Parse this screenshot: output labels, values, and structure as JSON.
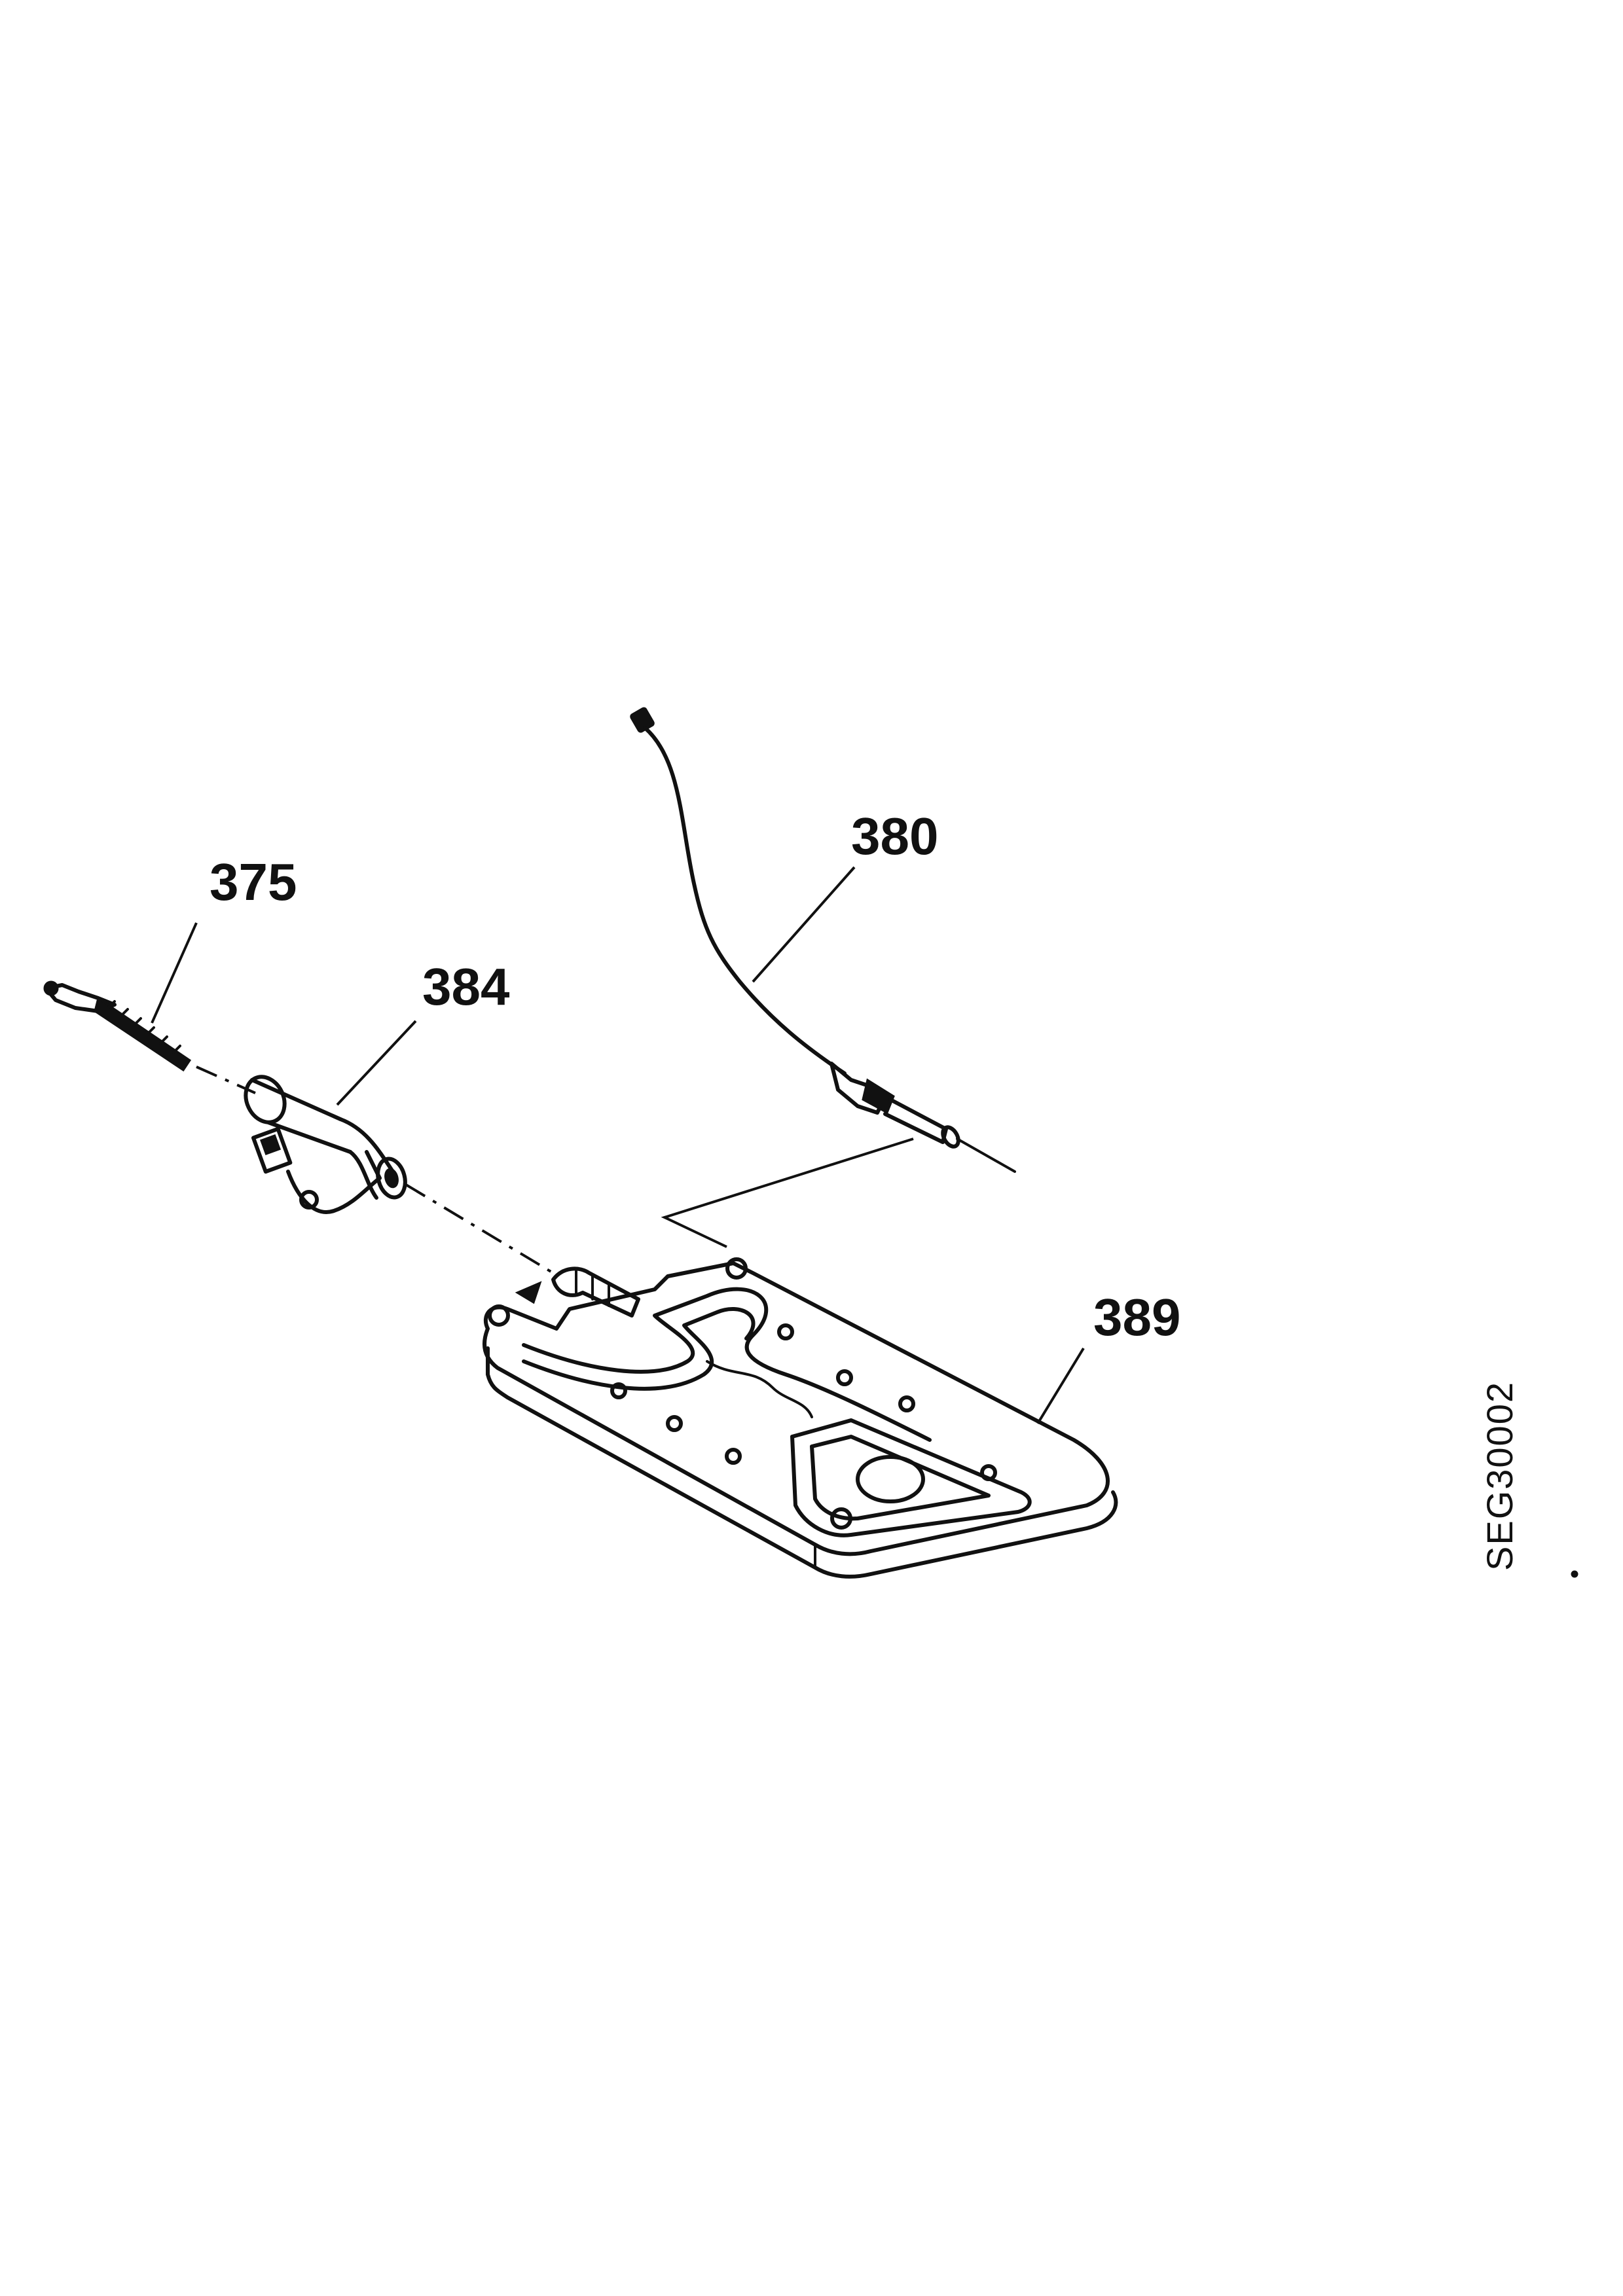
{
  "diagram": {
    "parts": [
      {
        "id": "part-375",
        "label": "375"
      },
      {
        "id": "part-380",
        "label": "380"
      },
      {
        "id": "part-384",
        "label": "384"
      },
      {
        "id": "part-389",
        "label": "389"
      }
    ],
    "drawing_code": "SEG30002"
  }
}
